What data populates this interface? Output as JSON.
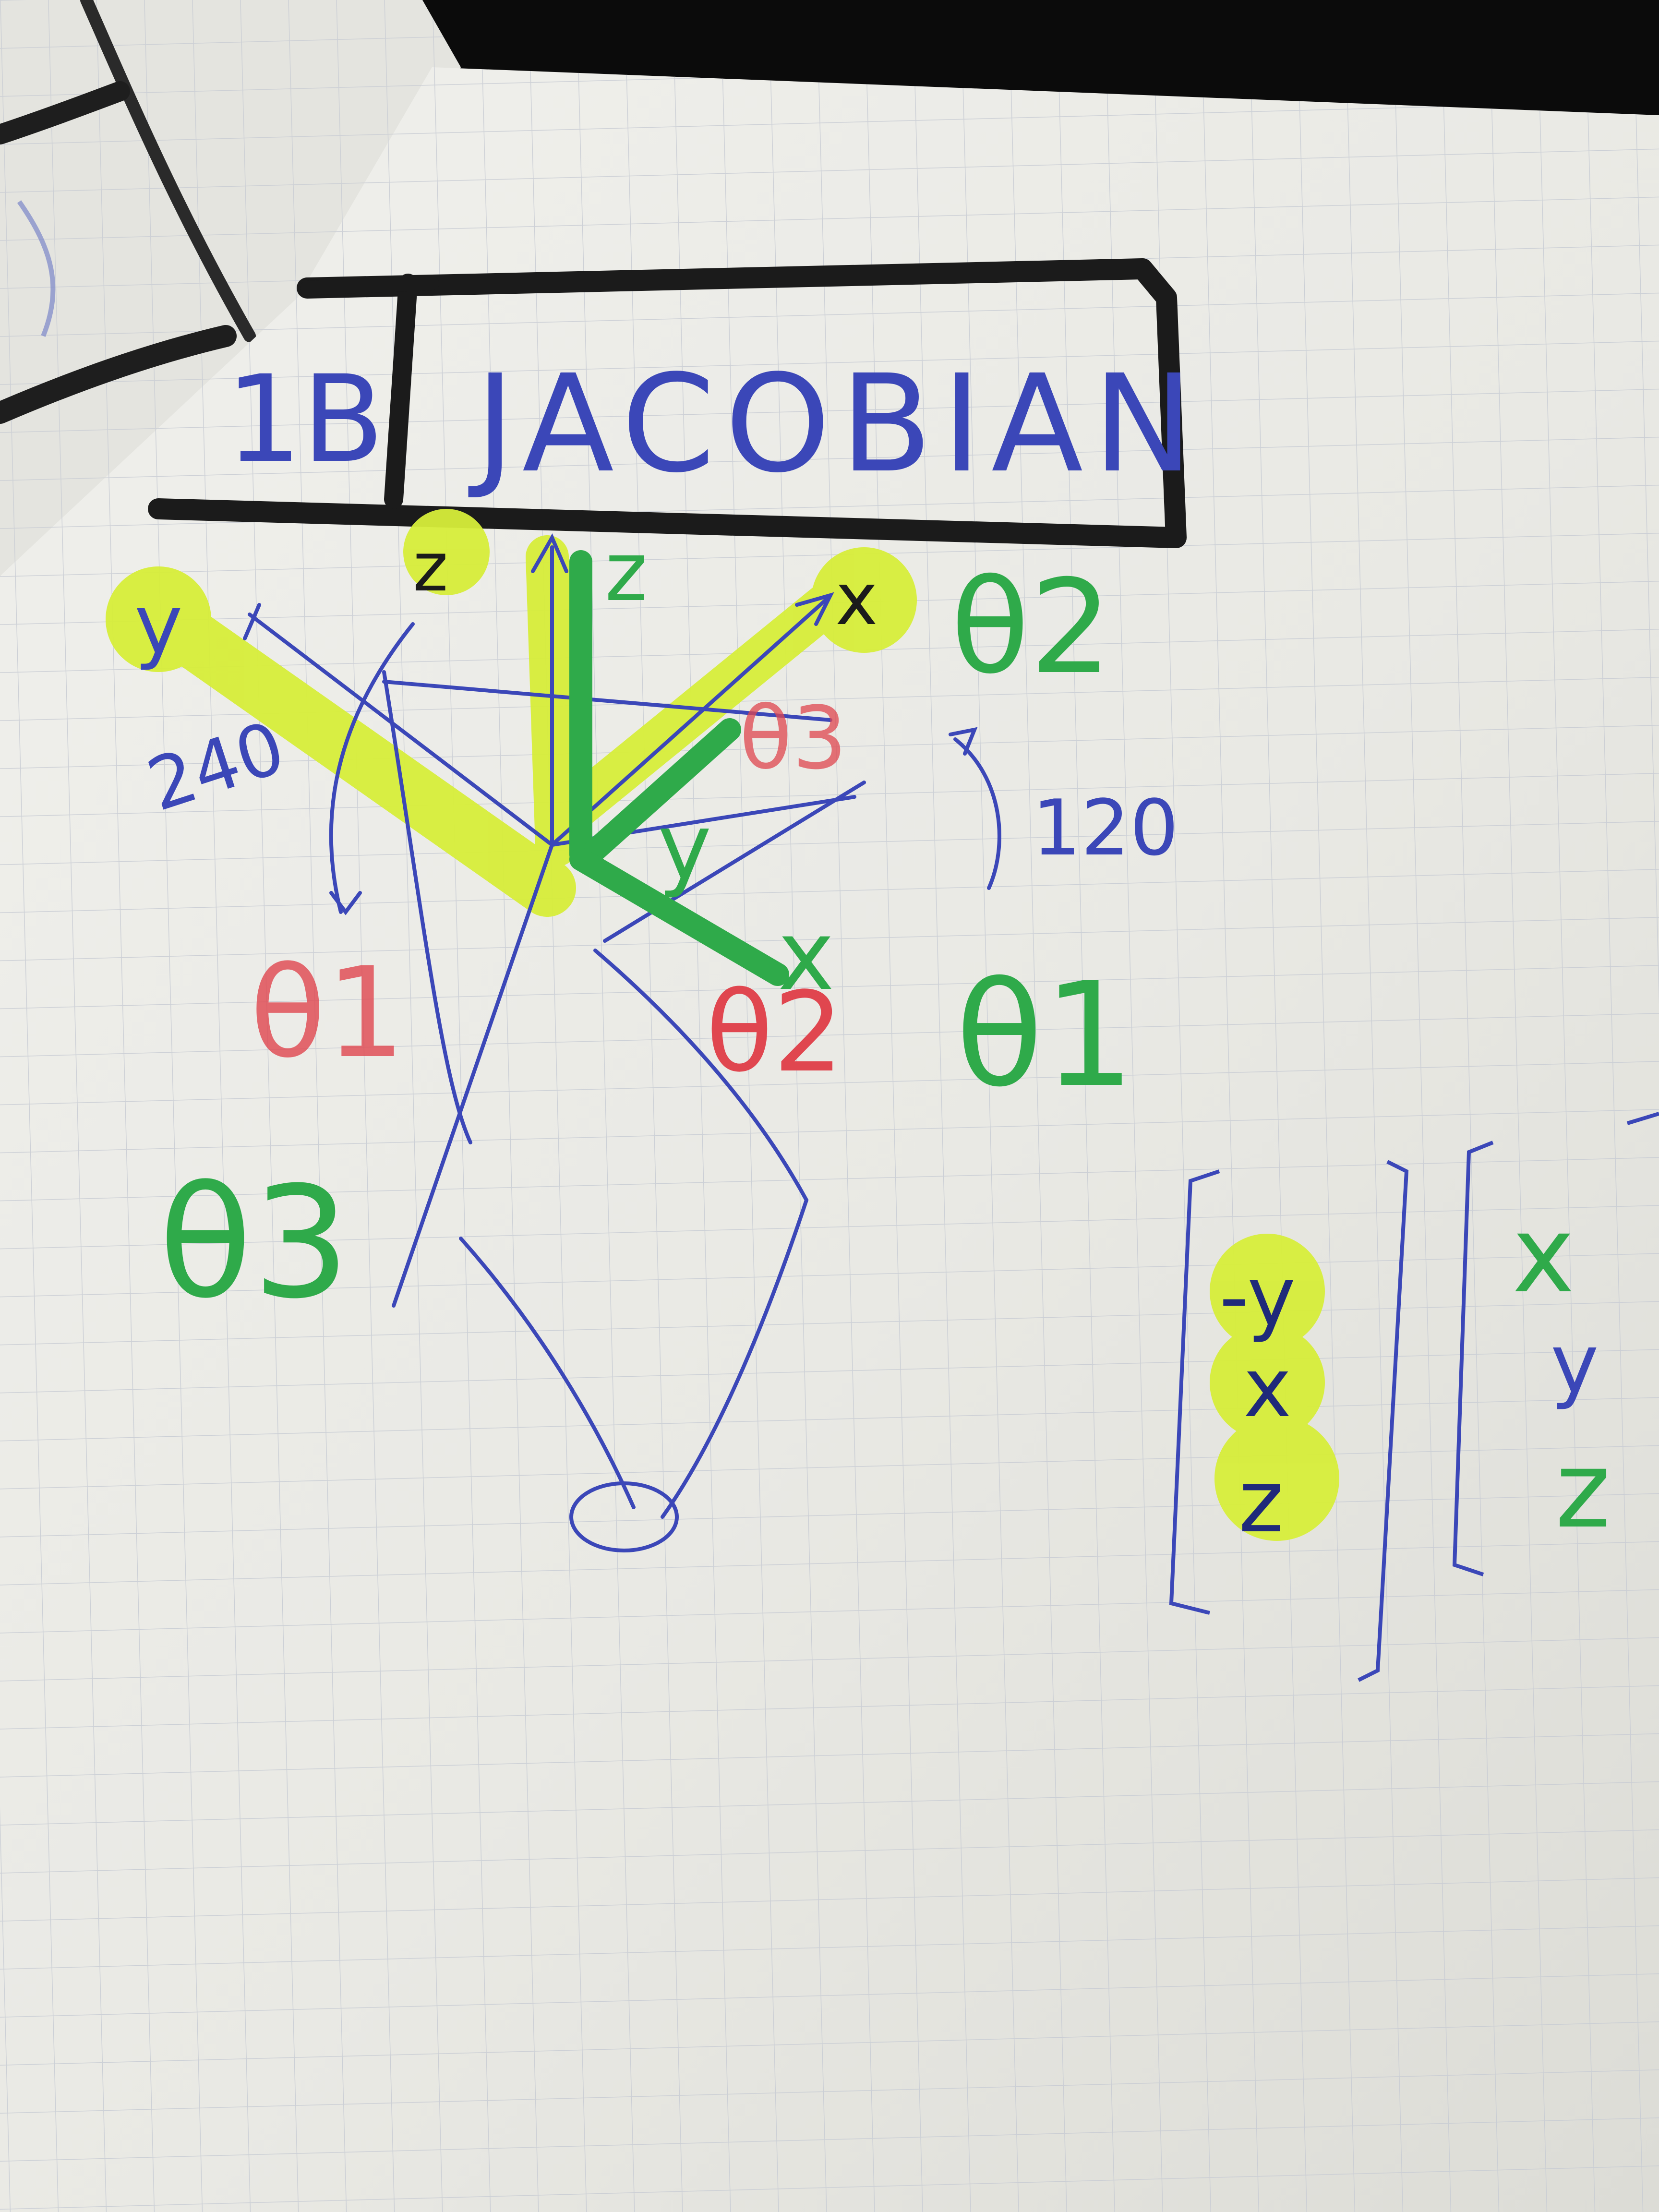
{
  "note": {
    "heading": {
      "label": "1B",
      "title": "JACOBIAN"
    },
    "axes": {
      "z_left": "z",
      "z_right": "z",
      "y": "y",
      "x_top": "x",
      "x_bottom": "x",
      "y_green": "y"
    },
    "angles": {
      "left": "240",
      "right": "120"
    },
    "green_marks": {
      "theta2_top": "θ2",
      "theta1": "θ1",
      "theta3": "θ3"
    },
    "red_marks": {
      "theta3": "θ3",
      "theta1": "θ1",
      "theta2": "θ2"
    },
    "left_vector": [
      "-y",
      "x",
      "z"
    ],
    "right_vector": [
      "x",
      "y",
      "z"
    ]
  },
  "colors": {
    "paper": "#ebebe6",
    "paper_shadow": "#d9d9d2",
    "grid": "#c7cbd3",
    "ink_blue": "#3b47b8",
    "ink_green": "#2faa4a",
    "ink_red": "#e0464f",
    "highlight_yellow": "#d7ee3a",
    "marker_black": "#1b1b1b"
  }
}
